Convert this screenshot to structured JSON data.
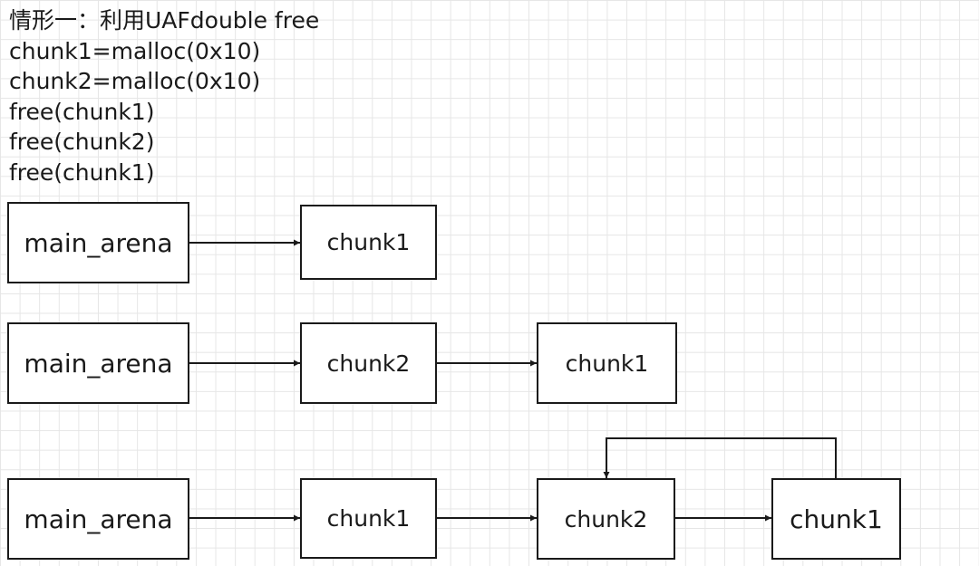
{
  "code_lines": [
    "情形一：利用UAFdouble free",
    "chunk1=malloc(0x10)",
    "chunk2=malloc(0x10)",
    "free(chunk1)",
    "free(chunk2)",
    "free(chunk1)"
  ],
  "row1": {
    "arena": "main_arena",
    "nodes": [
      "chunk1"
    ]
  },
  "row2": {
    "arena": "main_arena",
    "nodes": [
      "chunk2",
      "chunk1"
    ]
  },
  "row3": {
    "arena": "main_arena",
    "nodes": [
      "chunk1",
      "chunk2",
      "chunk1"
    ]
  }
}
